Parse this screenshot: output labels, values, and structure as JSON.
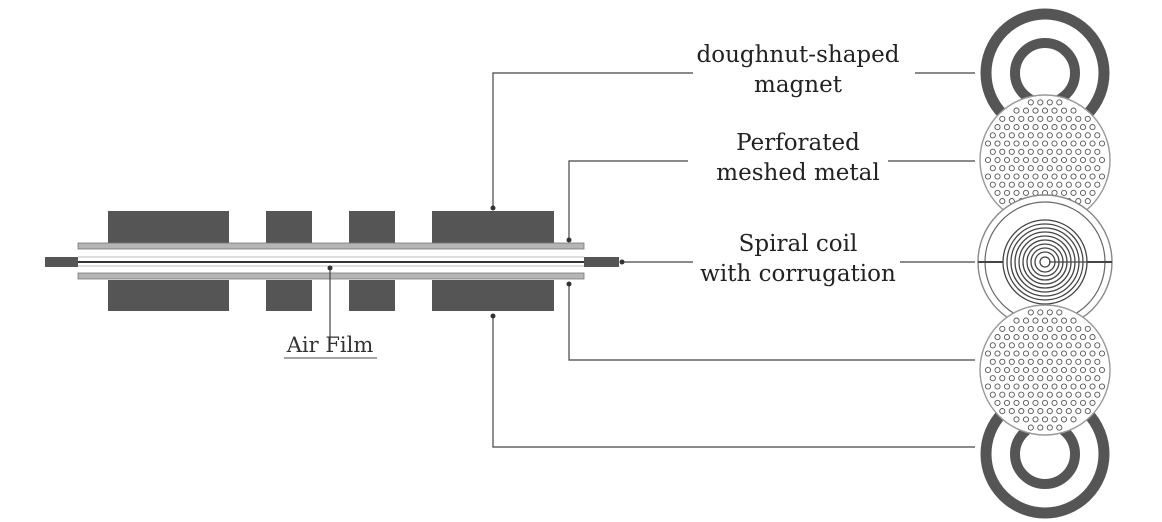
{
  "labels": {
    "magnet": [
      "doughnut-shaped",
      "magnet"
    ],
    "mesh": [
      "Perforated",
      "meshed metal"
    ],
    "coil": [
      "Spiral coil",
      "with corrugation"
    ],
    "air_film": "Air Film"
  },
  "colors": {
    "dark": "#555555",
    "medium": "#8a8a8a",
    "light": "#c8c8c8",
    "line": "#444444",
    "text": "#222222"
  }
}
